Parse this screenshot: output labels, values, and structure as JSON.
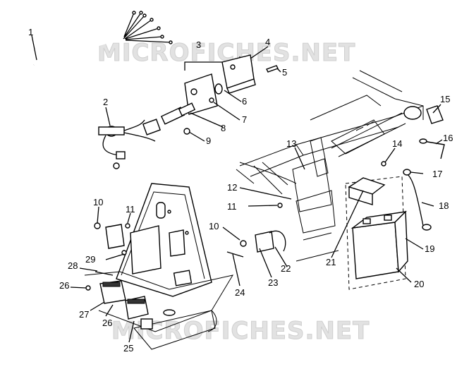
{
  "watermark": {
    "top": "MICROFICHES.NET",
    "bottom": "MICROFICHES.NET"
  },
  "callouts": {
    "c1": "1",
    "c2": "2",
    "c3": "3",
    "c4": "4",
    "c5": "5",
    "c6": "6",
    "c7": "7",
    "c8": "8",
    "c9": "9",
    "c10a": "10",
    "c10b": "10",
    "c11a": "11",
    "c11b": "11",
    "c12": "12",
    "c13": "13",
    "c14": "14",
    "c15": "15",
    "c16": "16",
    "c17": "17",
    "c18": "18",
    "c19": "19",
    "c20": "20",
    "c21": "21",
    "c22": "22",
    "c23": "23",
    "c24": "24",
    "c25": "25",
    "c26a": "26",
    "c26b": "26",
    "c27": "27",
    "c28": "28",
    "c29": "29"
  }
}
